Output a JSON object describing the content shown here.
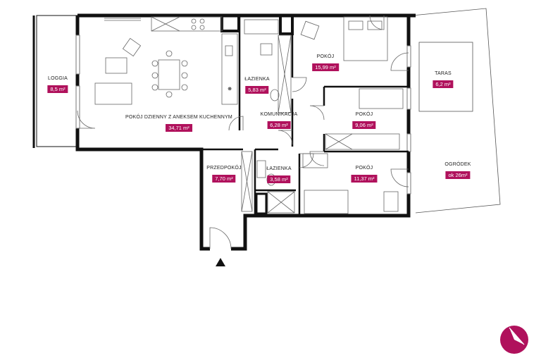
{
  "colors": {
    "wall": "#111111",
    "line": "#555555",
    "fixture": "#666666",
    "accent": "#b0115c"
  },
  "rooms": [
    {
      "id": "loggia",
      "name": "LOGGIA",
      "area": "8,5 m²"
    },
    {
      "id": "living",
      "name": "POKÓJ DZIENNY Z ANEKSEM KUCHENNYM",
      "area": "34,71 m²"
    },
    {
      "id": "bath1",
      "name": "ŁAZIENKA",
      "area": "5,83 m²"
    },
    {
      "id": "room1",
      "name": "POKÓJ",
      "area": "15,99 m²"
    },
    {
      "id": "taras",
      "name": "TARAS",
      "area": "6,2 m²"
    },
    {
      "id": "hall",
      "name": "KOMUNIKACJA",
      "area": "6,28 m²"
    },
    {
      "id": "room2",
      "name": "POKÓJ",
      "area": "9,06 m²"
    },
    {
      "id": "entry",
      "name": "PRZEDPOKÓJ",
      "area": "7,70 m²"
    },
    {
      "id": "bath2",
      "name": "ŁAZIENKA",
      "area": "3,58 m²"
    },
    {
      "id": "room3",
      "name": "POKÓJ",
      "area": "11,37 m²"
    },
    {
      "id": "garden",
      "name": "OGRÓDEK",
      "area": "ok 26m²"
    }
  ],
  "icons": {
    "entrance": "entrance-arrow-icon",
    "compass": "compass-icon"
  }
}
